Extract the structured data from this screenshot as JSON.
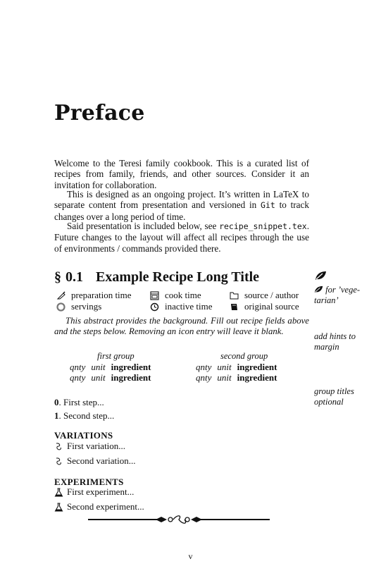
{
  "chapter": {
    "title": "Preface"
  },
  "intro": {
    "p1": "Welcome to the Teresi family cookbook. This is a curated list of recipes from family, friends, and other sources. Consider it an invitation for collaboration.",
    "p2_before": "This is designed as an ongoing project. It’s written in ",
    "p2_latex": "LaTeX",
    "p2_mid": " to separate content from presentation and versioned in ",
    "p2_git": "Git",
    "p2_after": " to track changes over a long period of time.",
    "p3_before": "Said presentation is included below, see ",
    "p3_file": "recipe_snippet.tex",
    "p3_after": ". Future changes to the layout will affect all recipes through the use of environments / commands provided there."
  },
  "recipe": {
    "section_symbol": "§",
    "number": "0.1",
    "title": "Example Recipe Long Title",
    "meta": {
      "prep": "preparation time",
      "cook": "cook time",
      "source": "source / author",
      "servings": "servings",
      "inactive": "inactive time",
      "original": "original source"
    },
    "abstract": "This abstract provides the background. Fill out recipe fields above and the steps below. Removing an icon entry will leave it blank.",
    "groups": [
      {
        "title": "first group",
        "rows": [
          {
            "qnty": "qnty",
            "unit": "unit",
            "ingredient": "ingredient"
          },
          {
            "qnty": "qnty",
            "unit": "unit",
            "ingredient": "ingredient"
          }
        ]
      },
      {
        "title": "second group",
        "rows": [
          {
            "qnty": "qnty",
            "unit": "unit",
            "ingredient": "ingredient"
          },
          {
            "qnty": "qnty",
            "unit": "unit",
            "ingredient": "ingredient"
          }
        ]
      }
    ],
    "steps": [
      {
        "num": "0",
        "text": ". First step..."
      },
      {
        "num": "1",
        "text": ". Second step..."
      }
    ],
    "variations": {
      "heading": "VARIATIONS",
      "items": [
        "First variation...",
        "Second variation..."
      ]
    },
    "experiments": {
      "heading": "EXPERIMENTS",
      "items": [
        "First experiment...",
        "Second experiment..."
      ]
    }
  },
  "margin": {
    "veg_note": "for ’vege-tarian’",
    "hints": "add hints to margin",
    "group_titles": "group titles optional"
  },
  "footer": {
    "page_number": "v"
  },
  "icons": {
    "veg": "leaf-icon",
    "prep": "knife-icon",
    "cook": "oven-icon",
    "source": "folder-icon",
    "servings": "plate-icon",
    "inactive": "clock-icon",
    "original": "book-icon",
    "variation": "swirl-icon",
    "experiment": "flask-icon"
  }
}
